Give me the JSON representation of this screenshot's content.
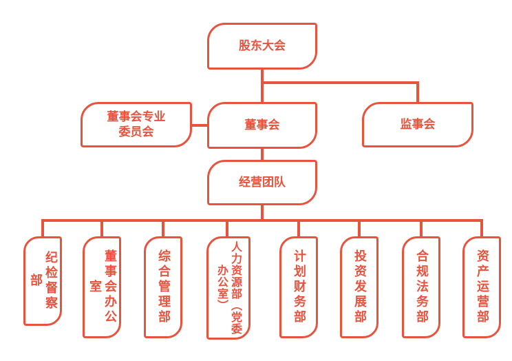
{
  "chart": {
    "top": "股东大会",
    "board": "董事会",
    "committee": "董事会专业委员会",
    "supervisory": "监事会",
    "management": "经营团队",
    "departments": [
      "纪检督察部",
      "董事会办公室",
      "综合管理部",
      "人力资源部（党委办公室）",
      "计划财务部",
      "投资发展部",
      "合规法务部",
      "资产运营部"
    ]
  },
  "colors": {
    "accent": "#e8533e"
  }
}
